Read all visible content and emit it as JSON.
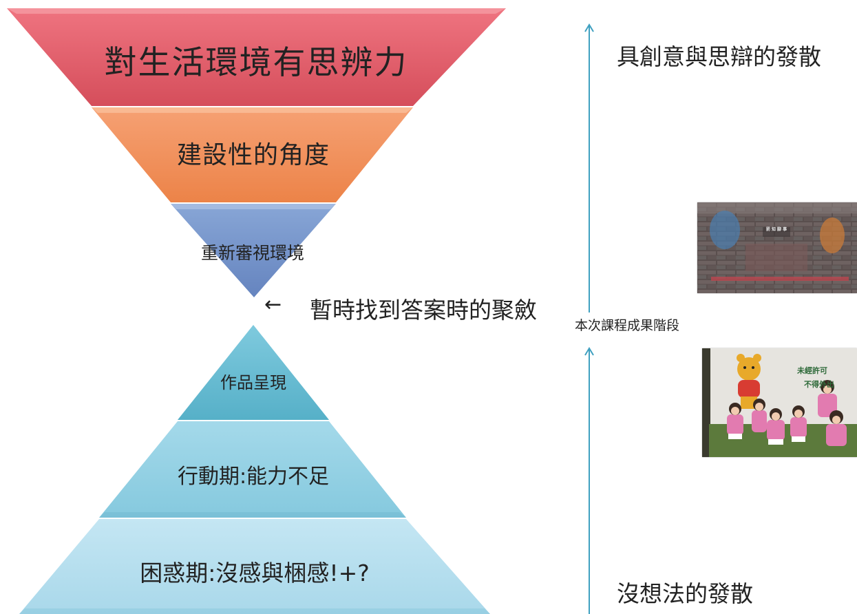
{
  "funnel": {
    "top": {
      "label": "對生活環境有思辨力",
      "color": "#e05a66"
    },
    "middle": {
      "label": "建設性的角度",
      "color": "#f08a55"
    },
    "bottom": {
      "label": "重新審視環境",
      "color": "#6f8fc7"
    }
  },
  "pyramid": {
    "top": {
      "label": "作品呈現",
      "color": "#5fb8cf"
    },
    "middle": {
      "label": "行動期:能力不足",
      "color": "#8fd0e2"
    },
    "bottom": {
      "label": "困惑期:沒感與梱感!+?",
      "color": "#b3dded"
    }
  },
  "convergence": {
    "arrow": "←",
    "label": "暫時找到答案時的聚斂"
  },
  "right_column": {
    "top_label": "具創意與思辯的發散",
    "stage_label": "本次課程成果階段",
    "bottom_label": "沒想法的發散",
    "arrow_color": "#3fa0c0"
  },
  "photos": {
    "pavement": {
      "painted_text": "罰 知 腳 事"
    },
    "wall": {
      "painted_text_1": "未經許可",
      "painted_text_2": "不得外出"
    }
  }
}
